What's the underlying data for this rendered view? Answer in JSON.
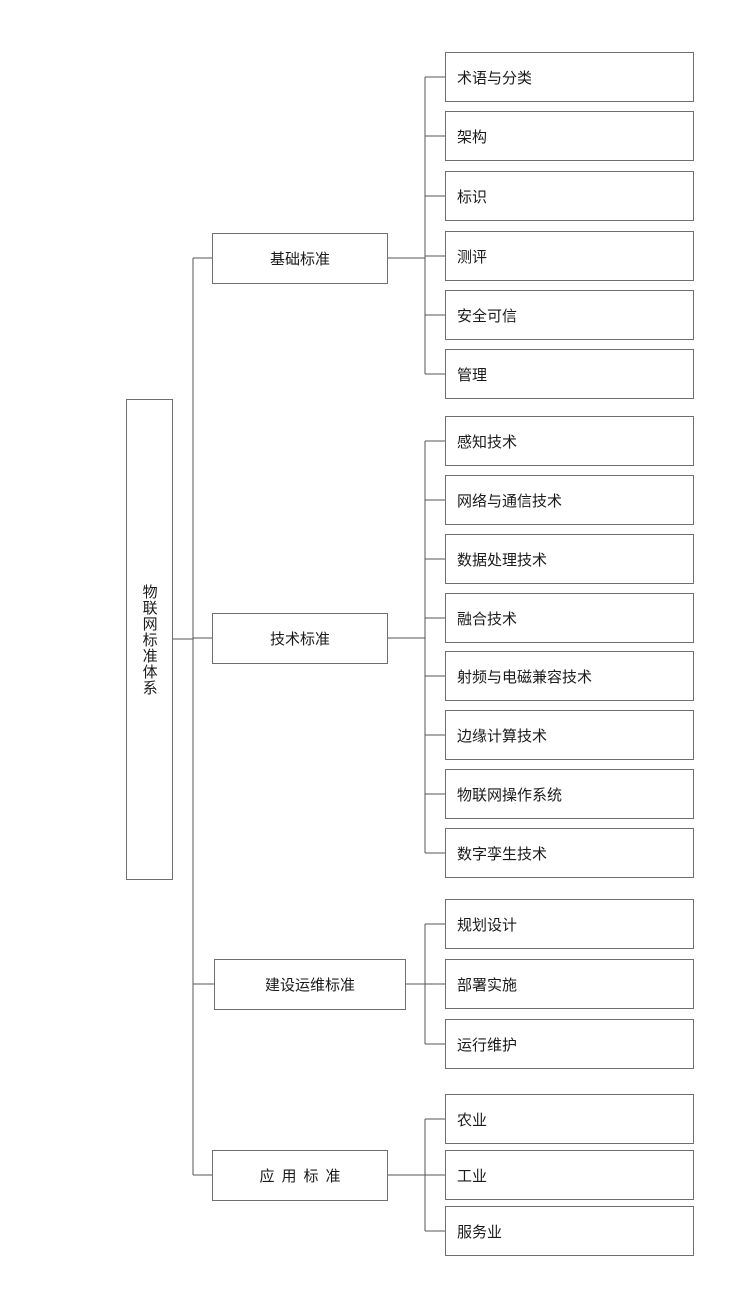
{
  "diagram": {
    "type": "tree",
    "orientation": "left-to-right",
    "title": "物联网标准体系",
    "root": {
      "label": "物联网标准体系",
      "orientation": "vertical-text"
    },
    "groups": [
      {
        "label": "基础标准",
        "spaced": false,
        "children": [
          {
            "label": "术语与分类"
          },
          {
            "label": "架构"
          },
          {
            "label": "标识"
          },
          {
            "label": "测评"
          },
          {
            "label": "安全可信"
          },
          {
            "label": "管理"
          }
        ]
      },
      {
        "label": "技术标准",
        "spaced": false,
        "children": [
          {
            "label": "感知技术"
          },
          {
            "label": "网络与通信技术"
          },
          {
            "label": "数据处理技术"
          },
          {
            "label": "融合技术"
          },
          {
            "label": "射频与电磁兼容技术"
          },
          {
            "label": "边缘计算技术"
          },
          {
            "label": "物联网操作系统"
          },
          {
            "label": "数字孪生技术"
          }
        ]
      },
      {
        "label": "建设运维标准",
        "spaced": false,
        "children": [
          {
            "label": "规划设计"
          },
          {
            "label": "部署实施"
          },
          {
            "label": "运行维护"
          }
        ]
      },
      {
        "label": "应用标准",
        "spaced": true,
        "children": [
          {
            "label": "农业"
          },
          {
            "label": "工业"
          },
          {
            "label": "服务业"
          }
        ]
      }
    ],
    "colors": {
      "border": "#6f6f6f",
      "line": "#555555",
      "text": "#1a1a1a",
      "background": "#ffffff"
    }
  }
}
